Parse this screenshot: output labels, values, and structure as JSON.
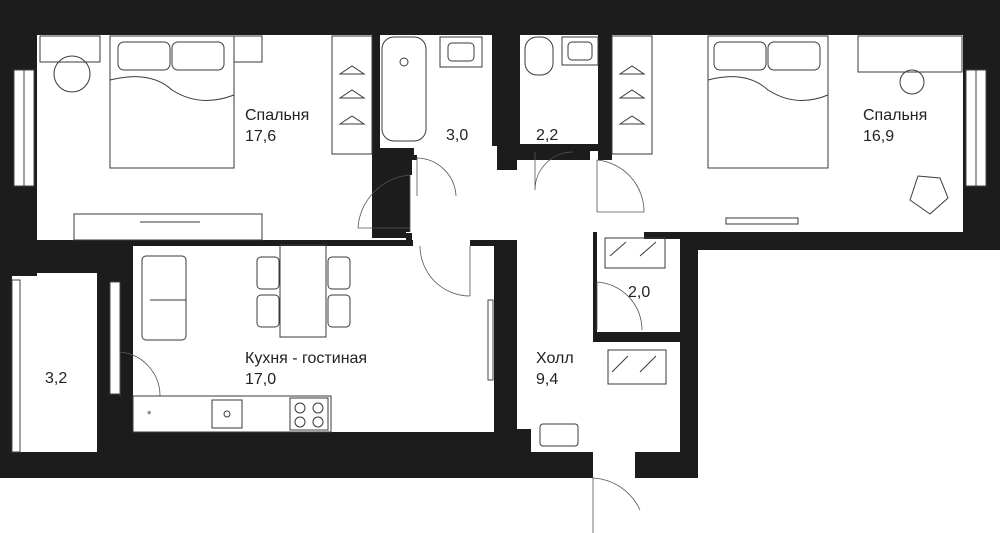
{
  "rooms": {
    "bedroom_left": {
      "name": "Спальня",
      "area": "17,6"
    },
    "bathroom": {
      "area": "3,0"
    },
    "toilet": {
      "area": "2,2"
    },
    "bedroom_right": {
      "name": "Спальня",
      "area": "16,9"
    },
    "closet": {
      "area": "2,0"
    },
    "kitchen": {
      "name": "Кухня - гостиная",
      "area": "17,0"
    },
    "balcony": {
      "area": "3,2"
    },
    "hall": {
      "name": "Холл",
      "area": "9,4"
    }
  },
  "colors": {
    "wall": "#1c1c1c",
    "background": "#ffffff",
    "furniture": "#3a3a3a"
  }
}
